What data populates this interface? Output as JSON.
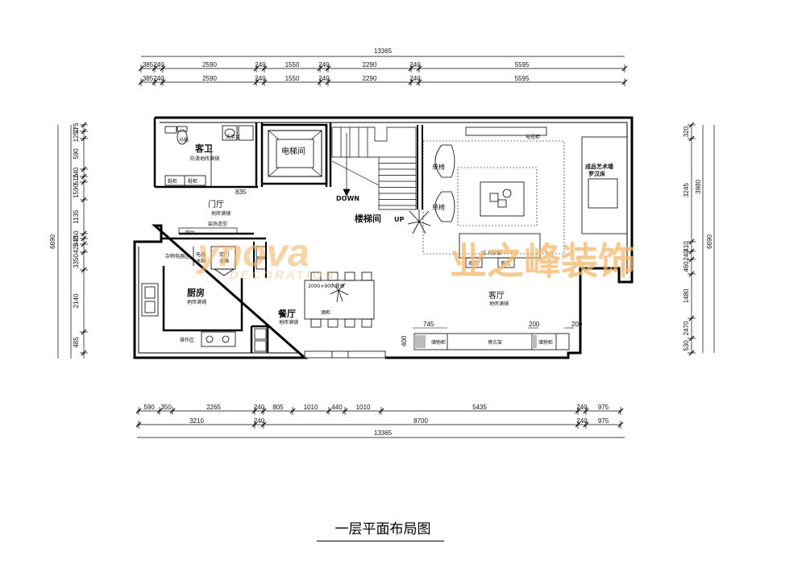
{
  "title": "一层平面布局图",
  "watermark": {
    "brand_en": "ynova",
    "brand_cn": "业之峰装饰",
    "sub": "DECORATION"
  },
  "dims": {
    "top_total": "13365",
    "top_row1": [
      "385",
      "240",
      "2590",
      "240",
      "1550",
      "240",
      "2290",
      "240",
      "5595"
    ],
    "top_row2": [
      "385",
      "240",
      "2590",
      "240",
      "1550",
      "240",
      "2290",
      "240",
      "5595"
    ],
    "bottom_row1": [
      "590",
      "350",
      "2265",
      "240",
      "805",
      "1010",
      "440",
      "1010",
      "5435",
      "240",
      "975"
    ],
    "bottom_row2": [
      "3210",
      "240",
      "8700",
      "240",
      "975"
    ],
    "bottom_total": "13365",
    "left_total": "6690",
    "left_segments": [
      "275",
      "1250",
      "590",
      "240",
      "515",
      "1590",
      "1135",
      "250",
      "240",
      "425",
      "3350",
      "2140",
      "485"
    ],
    "right_total": "6690",
    "right_outer": "3980",
    "right_segments": [
      "320",
      "3245",
      "410",
      "240",
      "460",
      "1480",
      "2470",
      "530"
    ],
    "inner": [
      "835",
      "745",
      "200",
      "200",
      "400"
    ]
  },
  "rooms": {
    "guest_bath": "客卫",
    "guest_bath_floor": "防滑地砖满铺",
    "elevator": "电梯间",
    "foyer": "门厅",
    "foyer_floor": "地砖满铺",
    "stair": "楼梯间",
    "down": "DOWN",
    "up": "UP",
    "kitchen": "厨房",
    "kitchen_floor": "地砖满铺",
    "dining": "餐厅",
    "dining_floor": "地砖满铺",
    "living": "客厅",
    "living_floor": "地砖满铺"
  },
  "fixtures": {
    "armchair": "单椅",
    "armchair2": "单椅",
    "sofa": "三人沙发",
    "side1": "茶几",
    "side2": "茶几",
    "tv": "电视柜",
    "art_wall": "成品艺术墙",
    "luohan": "罗汉床",
    "shoe": "鞋柜",
    "shoe2": "鞋柜",
    "fridge": "冰箱",
    "double_door": "双门",
    "double_door2": "冰箱",
    "misc": "杂物电器区",
    "elec": "电器",
    "sink_area": "操作区",
    "table": "2000×900 餐桌",
    "sideboard": "酒柜",
    "cabinet1": "储物柜",
    "cabinet2": "博古架",
    "cabinet3": "储物柜",
    "wash": "洗手盆",
    "toilet": "马桶",
    "decor": "装饰造型",
    "bar": "吧台"
  }
}
